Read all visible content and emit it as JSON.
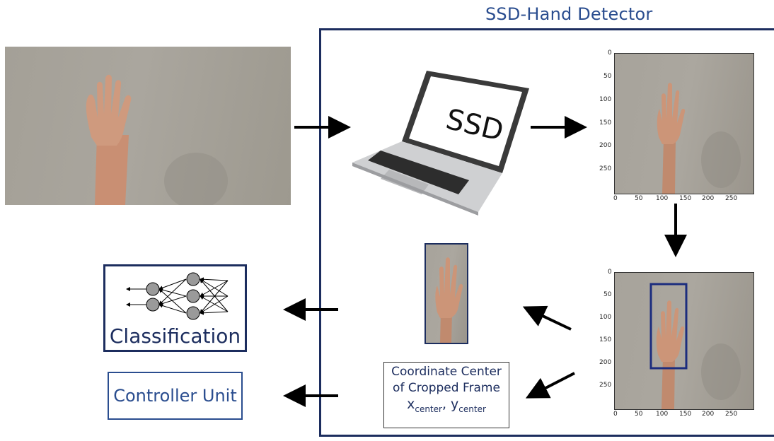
{
  "title": "SSD-Hand Detector",
  "laptop": {
    "screen_text": "SSD"
  },
  "classification": {
    "label": "Classification"
  },
  "controller": {
    "label": "Controller Unit"
  },
  "coordinate": {
    "line1": "Coordinate Center",
    "line2": "of Cropped Frame",
    "x_symbol": "x",
    "x_sub": "center",
    "y_symbol": "y",
    "y_sub": "center"
  },
  "plot_axes": {
    "y_ticks": [
      "0",
      "50",
      "100",
      "150",
      "200",
      "250"
    ],
    "x_ticks": [
      "0",
      "50",
      "100",
      "150",
      "200",
      "250"
    ]
  },
  "colors": {
    "accent": "#2a4d8f",
    "dark_border": "#1c2d5e",
    "arrow": "#000000"
  }
}
